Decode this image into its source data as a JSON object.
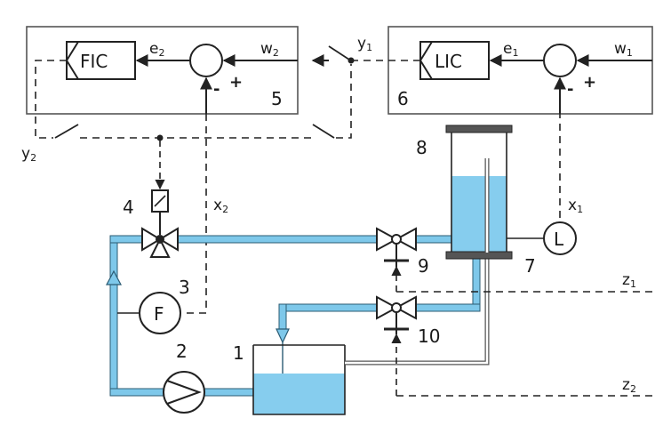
{
  "colors": {
    "pipe": "#7ec8ea",
    "pipe_border": "#2b5b73",
    "liquid": "#86cdee",
    "line": "#222222",
    "box_border": "#555555"
  },
  "controllers": {
    "flow": {
      "label": "FIC",
      "number": "5"
    },
    "level": {
      "label": "LIC",
      "number": "6"
    }
  },
  "signals": {
    "e2": {
      "base": "e",
      "sub": "2"
    },
    "w2": {
      "base": "w",
      "sub": "2"
    },
    "y1": {
      "base": "y",
      "sub": "1"
    },
    "e1": {
      "base": "e",
      "sub": "1"
    },
    "w1": {
      "base": "w",
      "sub": "1"
    },
    "y2": {
      "base": "y",
      "sub": "2"
    },
    "x2": {
      "base": "x",
      "sub": "2"
    },
    "x1": {
      "base": "x",
      "sub": "1"
    },
    "z1": {
      "base": "z",
      "sub": "1"
    },
    "z2": {
      "base": "z",
      "sub": "2"
    }
  },
  "signs": {
    "plus": "+",
    "minus": "-"
  },
  "sensors": {
    "flow": "F",
    "level": "L"
  },
  "numbers": {
    "tank": "1",
    "pump": "2",
    "flow_sensor": "3",
    "control_valve": "4",
    "level_sensor": "7",
    "column": "8",
    "valve_upper": "9",
    "valve_lower": "10"
  }
}
